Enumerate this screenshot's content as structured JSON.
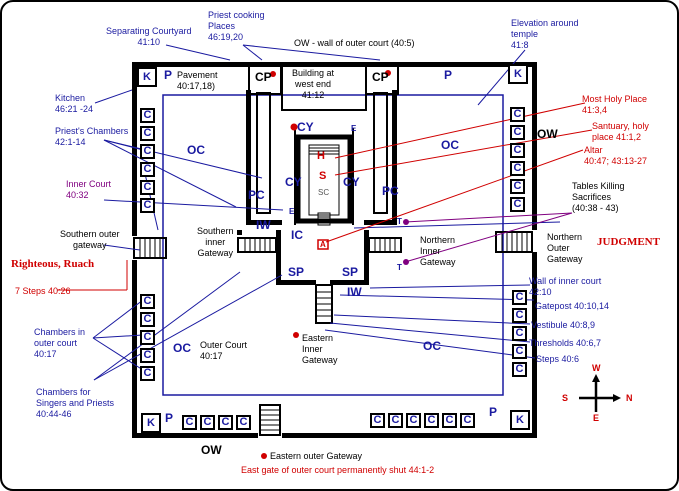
{
  "labels": {
    "separating_courtyard": "Separating Courtyard\n41:10",
    "priest_cooking": "Priest cooking\nPlaces\n46:19,20",
    "ow_top": "OW - wall of outer court (40:5)",
    "elevation": "Elevation around\ntemple\n41:8",
    "kitchen": "Kitchen\n46:21 -24",
    "pavement": "Pavement\n40:17,18)",
    "building_west": "Building at\nwest end\n41:12",
    "most_holy": "Most Holy Place\n41:3,4",
    "priests_chambers": "Priest's Chambers\n42:1-14",
    "sanctuary": "Santuary, holy\nplace 41:1,2",
    "altar": "Altar\n40:47; 43:13-27",
    "inner_court": "Inner Court\n40:32",
    "tables": "Tables Killing\nSacrifices\n(40:38 - 43)",
    "southern_outer": "Southern outer\ngateway",
    "southern_inner": "Southern\ninner\nGateway",
    "northern_inner": "Northern\nInner\nGateway",
    "northern_outer": "Northern\nOuter\nGateway",
    "judgment": "JUDGMENT",
    "righteous": "Righteous, Ruach",
    "seven_steps": "7 Steps 40:26",
    "wall_inner": "Wall of inner court\n42:10",
    "gatepost": "Gatepost 40:10,14",
    "vestibule": "Vestibule  40:8,9",
    "chambers_outer": "Chambers in\nouter court\n40:17",
    "thresholds": "Thresholds 40:6,7",
    "outer_court_lbl": "Outer Court\n40:17",
    "eastern_inner": "Eastern\nInner\nGateway",
    "steps": "Steps 40:6",
    "singers": "Chambers for\nSingers and Priests\n40:44-46",
    "ow_bottom": "OW",
    "eastern_outer": "Eastern outer  Gateway",
    "east_gate_shut": "East gate of outer court permanently shut 44:1-2"
  },
  "map_marks": {
    "K": "K",
    "P": "P",
    "C": "C",
    "CP": "CP",
    "CY": "CY",
    "E": "E",
    "H": "H",
    "S": "S",
    "SC": "SC",
    "PC": "PC",
    "IW": "IW",
    "IC": "IC",
    "A": "A",
    "T": "T",
    "SP": "SP",
    "OC": "OC",
    "OW": "OW"
  },
  "compass": {
    "n": "N",
    "s": "S",
    "e": "E",
    "w": "W"
  },
  "colors": {
    "label_blue": "#1a1aa0",
    "label_red": "#d00000",
    "frame": "#000000",
    "wall_blue": "#1a1aa0"
  }
}
